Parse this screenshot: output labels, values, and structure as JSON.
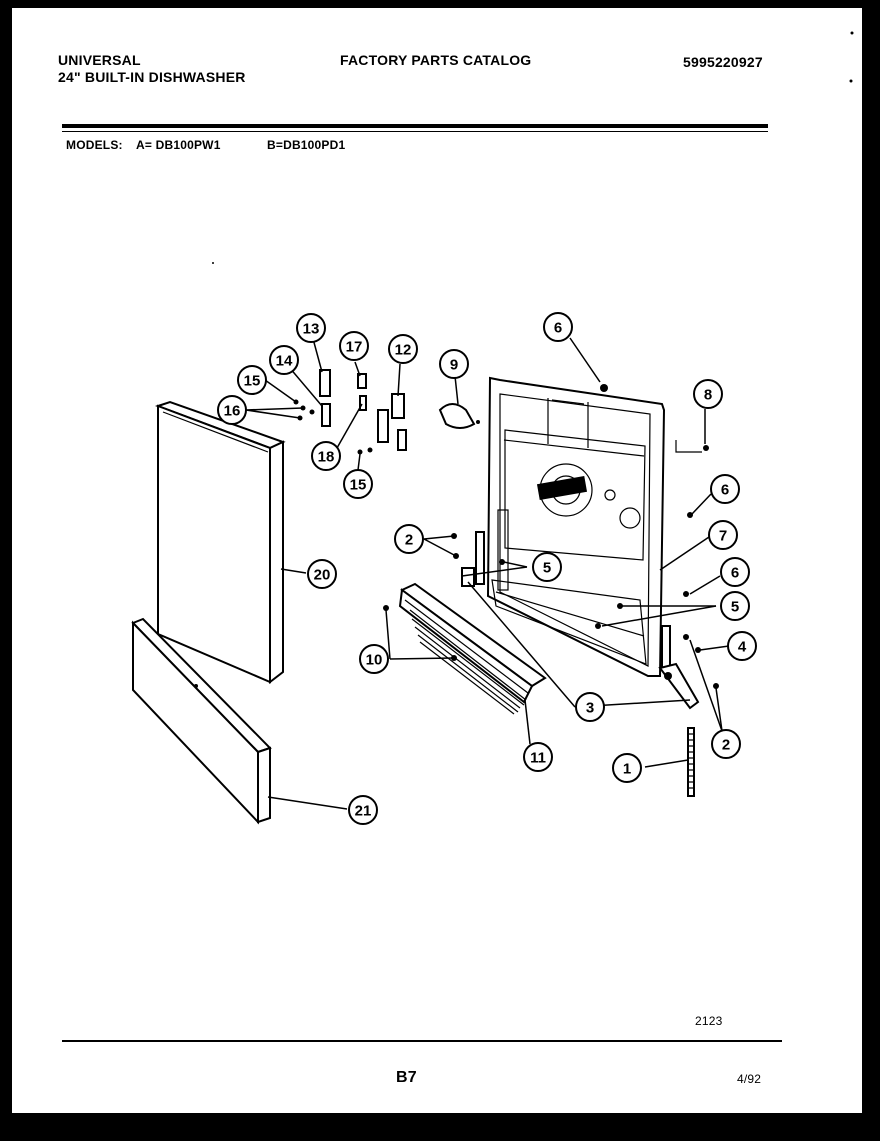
{
  "header": {
    "brand": "UNIVERSAL",
    "product": "24\" BUILT-IN DISHWASHER",
    "catalog_title": "FACTORY PARTS CATALOG",
    "catalog_number": "5995220927",
    "models_label": "MODELS:",
    "model_a": "A= DB100PW1",
    "model_b": "B=DB100PD1"
  },
  "diagram": {
    "callouts": [
      "13",
      "17",
      "12",
      "14",
      "15",
      "16",
      "18",
      "15",
      "9",
      "6",
      "8",
      "6",
      "7",
      "6",
      "5",
      "5",
      "4",
      "3",
      "2",
      "2",
      "10",
      "11",
      "1",
      "20",
      "21"
    ],
    "drawing_number": "2123"
  },
  "footer": {
    "page": "B7",
    "date": "4/92"
  }
}
